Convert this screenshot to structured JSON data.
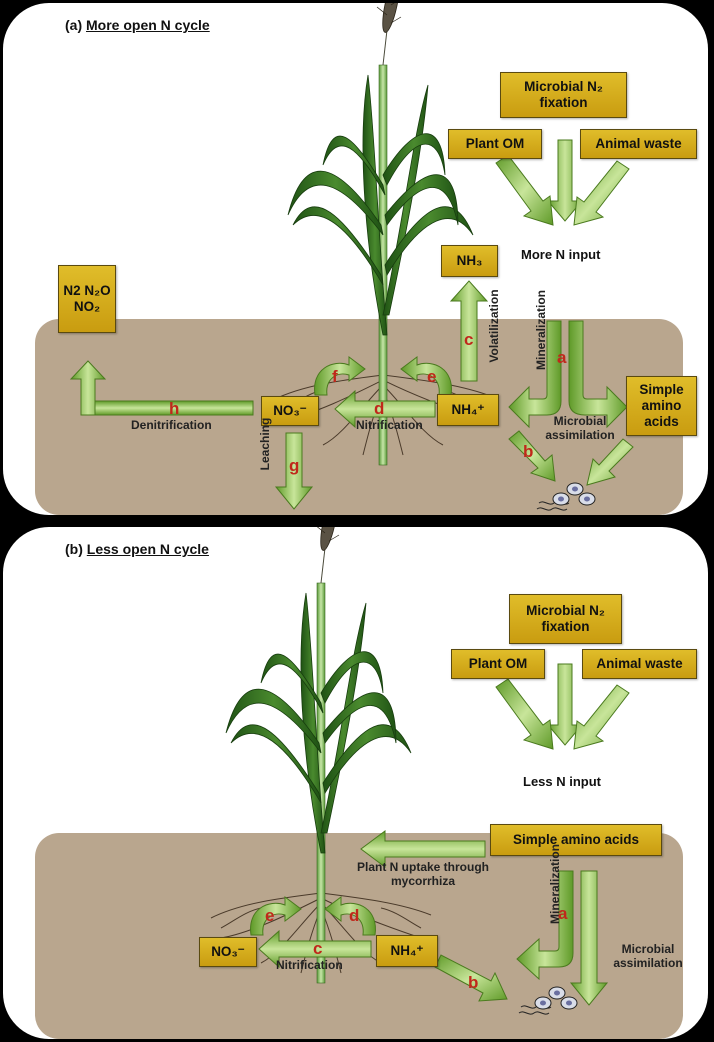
{
  "panel_a": {
    "label": "(a)",
    "title": "More open N cycle",
    "boxes": {
      "fixation": "Microbial N₂ fixation",
      "plant_om": "Plant OM",
      "animal_waste": "Animal waste",
      "nh3": "NH₃",
      "gases": "N2 N₂O NO₂",
      "no3": "NO₃⁻",
      "nh4": "NH₄⁺",
      "amino": "Simple amino acids"
    },
    "labels": {
      "input": "More N input",
      "mineralization": "Mineralization",
      "volatilization": "Volatilization",
      "denitrification": "Denitrification",
      "nitrification": "Nitrification",
      "leaching": "Leaching",
      "assimilation": "Microbial assimilation"
    },
    "letters": [
      "a",
      "b",
      "c",
      "d",
      "e",
      "f",
      "g",
      "h"
    ]
  },
  "panel_b": {
    "label": "(b)",
    "title": "Less open N cycle",
    "boxes": {
      "fixation": "Microbial N₂ fixation",
      "plant_om": "Plant OM",
      "animal_waste": "Animal waste",
      "amino": "Simple amino acids",
      "no3": "NO₃⁻",
      "nh4": "NH₄⁺"
    },
    "labels": {
      "input": "Less N input",
      "uptake": "Plant N uptake through mycorrhiza",
      "mineralization": "Mineralization",
      "assimilation": "Microbial assimilation",
      "nitrification": "Nitrification"
    },
    "letters": [
      "a",
      "b",
      "c",
      "d",
      "e"
    ]
  },
  "colors": {
    "soil": "#b9a68e",
    "box_fill": "#d8b21f",
    "arrow_green": "#7cb342",
    "plant_green": "#2e6b1f",
    "letter_red": "#c0281b"
  }
}
